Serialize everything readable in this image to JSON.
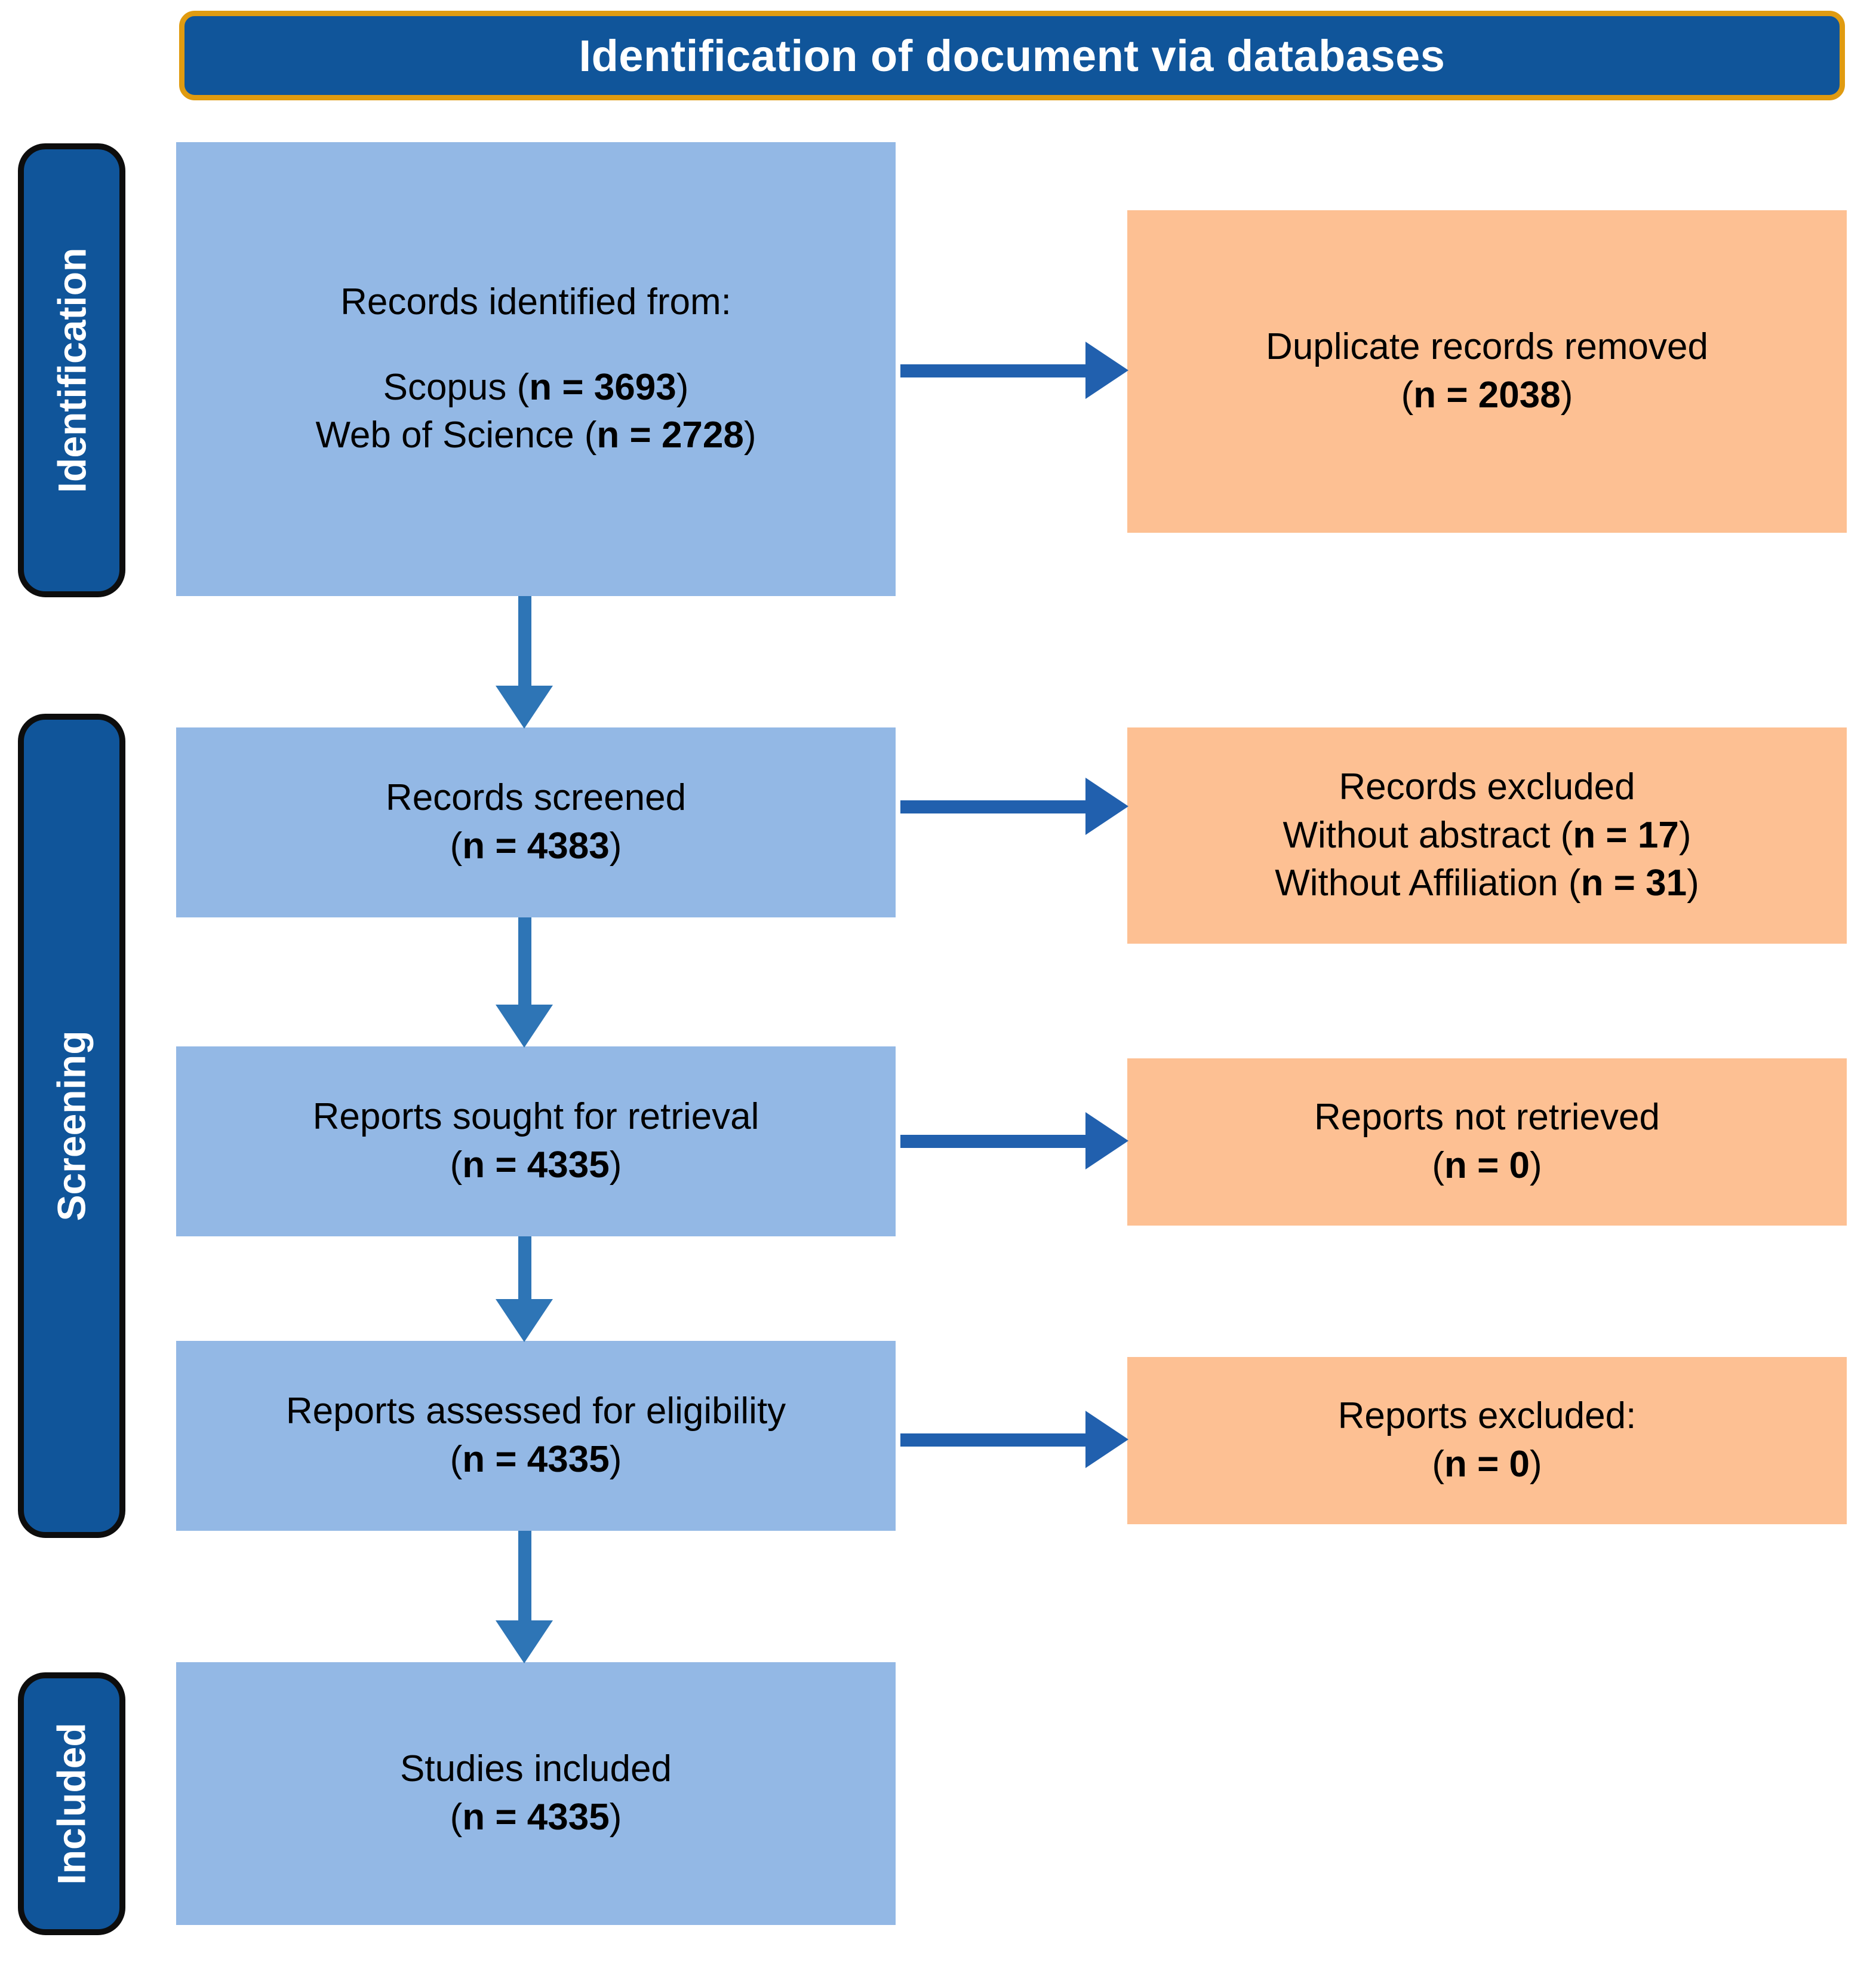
{
  "header": {
    "title": "Identification of document via databases"
  },
  "stages": [
    {
      "key": "identification",
      "label": "Identification"
    },
    {
      "key": "screening",
      "label": "Screening"
    },
    {
      "key": "included",
      "label": "Included"
    }
  ],
  "boxes": {
    "identified": {
      "line1": "Records identified from:",
      "line2_label": "Scopus (",
      "line2_n": "n = 3693",
      "line2_close": ")",
      "line3_label": "Web of Science (",
      "line3_n": "n = 2728",
      "line3_close": ")"
    },
    "duplicates": {
      "line1": "Duplicate records removed",
      "line2_open": "(",
      "line2_n": "n = 2038",
      "line2_close": ")"
    },
    "screened": {
      "line1": "Records screened",
      "line2_open": "(",
      "line2_n": "n = 4383",
      "line2_close": ")"
    },
    "records_excluded": {
      "line1": "Records excluded",
      "line2_label": "Without abstract (",
      "line2_n": "n = 17",
      "line2_close": ")",
      "line3_label": "Without Affiliation (",
      "line3_n": "n = 31",
      "line3_close": ")"
    },
    "sought": {
      "line1": "Reports sought for retrieval",
      "line2_open": "(",
      "line2_n": "n = 4335",
      "line2_close": ")"
    },
    "not_retrieved": {
      "line1": "Reports not retrieved",
      "line2_open": "(",
      "line2_n": "n = 0",
      "line2_close": ")"
    },
    "assessed": {
      "line1": "Reports assessed for eligibility",
      "line2_open": "(",
      "line2_n": "n = 4335",
      "line2_close": ")"
    },
    "reports_excluded": {
      "line1": "Reports excluded:",
      "line2_open": "(",
      "line2_n": "n = 0",
      "line2_close": ")"
    },
    "included": {
      "line1": "Studies included",
      "line2_open": "(",
      "line2_n": "n = 4335",
      "line2_close": ")"
    }
  },
  "colors": {
    "header_fill": "#10559A",
    "header_border": "#E09B10",
    "stage_fill": "#10559A",
    "stage_border": "#0d0d0d",
    "box_blue": "#93B8E5",
    "box_peach": "#FDC093",
    "arrow_down": "#2E75B6",
    "arrow_right": "#2160AE",
    "text": "#000000",
    "header_text": "#FFFFFF"
  },
  "flow": {
    "down_arrows": 4,
    "right_arrows": 4
  }
}
